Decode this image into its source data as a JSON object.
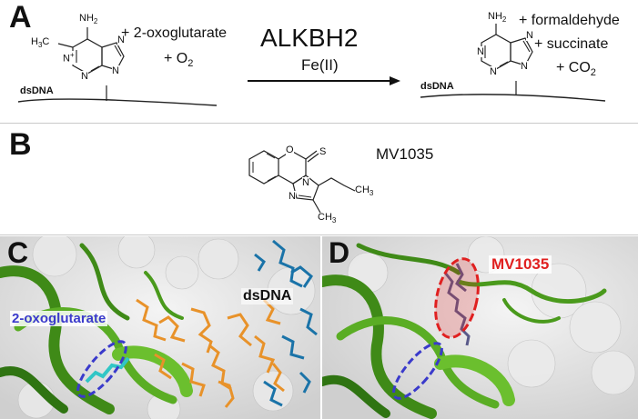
{
  "panels": {
    "a": {
      "letter": "A",
      "substrate": {
        "nh2": "NH",
        "nh2_sub": "2",
        "methyl": "H",
        "methyl_sub": "3",
        "methyl_c": "C",
        "charge": "+",
        "dna": "dsDNA",
        "atoms": {
          "n1": "N",
          "n3": "N",
          "n7": "N",
          "n9": "N"
        }
      },
      "cosubstrates": {
        "line1": "+ 2-oxoglutarate",
        "line2_prefix": "+ O",
        "line2_sub": "2"
      },
      "enzyme": "ALKBH2",
      "cofactor": "Fe(II)",
      "product": {
        "nh2": "NH",
        "nh2_sub": "2",
        "dna": "dsDNA",
        "atoms": {
          "n1": "N",
          "n3": "N",
          "n7": "N",
          "n9": "N"
        }
      },
      "byproducts": {
        "line1": "+ formaldehyde",
        "line2": "+ succinate",
        "line3_prefix": "+ CO",
        "line3_sub": "2"
      }
    },
    "b": {
      "letter": "B",
      "compound": "MV1035",
      "atoms": {
        "o": "O",
        "s": "S",
        "n1": "N",
        "n2": "N",
        "ch3a": "CH",
        "ch3a_sub": "3",
        "ch3b": "CH",
        "ch3b_sub": "3"
      }
    },
    "c": {
      "letter": "C",
      "label_dna": "dsDNA",
      "label_cosubstrate": "2-oxoglutarate",
      "colors": {
        "protein": "#4a9a1c",
        "dna_backbone": "#e8922a",
        "dna_bases": "#1a73a8",
        "ligand": "#31c6c6",
        "highlight": "#3a3acb"
      }
    },
    "d": {
      "letter": "D",
      "label_compound": "MV1035",
      "colors": {
        "protein": "#4a9a1c",
        "ligand_highlight": "#e02020",
        "pocket": "#3a3acb"
      }
    }
  }
}
